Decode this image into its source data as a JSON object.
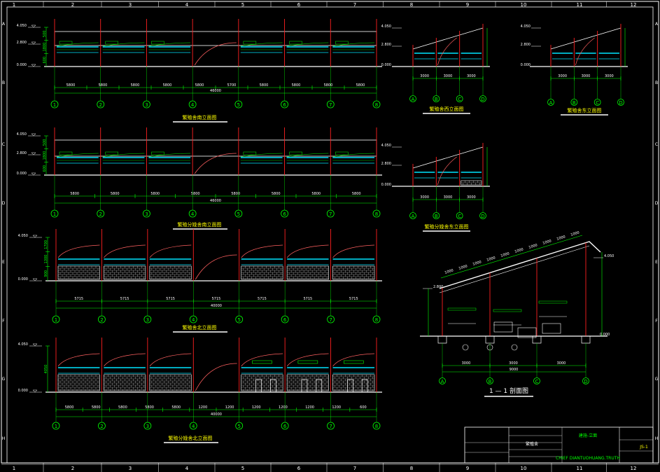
{
  "border": {
    "top_numbers": [
      "1",
      "2",
      "3",
      "4",
      "5",
      "6",
      "7",
      "8",
      "9",
      "10",
      "11",
      "12"
    ],
    "bottom_numbers": [
      "1",
      "2",
      "3",
      "4",
      "5",
      "6",
      "7",
      "8",
      "9",
      "10",
      "11",
      "12"
    ],
    "side_letters": [
      "A",
      "B",
      "C",
      "D",
      "E",
      "F",
      "G",
      "H"
    ]
  },
  "elevations": [
    {
      "title": "繁殖舍南立面图",
      "levels": [
        "4.050",
        "2.800",
        "0.000"
      ],
      "vdims": [
        "500",
        "1800",
        "600"
      ],
      "spans": [
        "5800",
        "5800",
        "5800",
        "5800",
        "5800",
        "5700",
        "5800",
        "5800",
        "5800",
        "5800"
      ],
      "total": "46000",
      "axes": [
        "1",
        "2",
        "3",
        "4",
        "5",
        "6",
        "7",
        "8"
      ]
    },
    {
      "title": "繁殖分娩舍南立面图",
      "levels": [
        "4.050",
        "2.800",
        "0.000"
      ],
      "vdims": [
        "500",
        "1800",
        "600"
      ],
      "spans": [
        "5800",
        "5800",
        "5800",
        "5800",
        "5800",
        "5800",
        "5800",
        "5800"
      ],
      "total": "46000",
      "axes": [
        "1",
        "2",
        "3",
        "4",
        "5",
        "6",
        "7",
        "8"
      ]
    },
    {
      "title": "繁殖舍北立面图",
      "levels": [
        "4.050",
        "0.000"
      ],
      "vdims": [
        "1700",
        "1300",
        "900"
      ],
      "spans": [
        "5715",
        "5715",
        "5715",
        "5715",
        "5715",
        "5715",
        "5715"
      ],
      "total": "40000",
      "axes": [
        "1",
        "2",
        "3",
        "4",
        "5",
        "6",
        "7",
        "8"
      ]
    },
    {
      "title": "繁殖分娩舍北立面图",
      "levels": [
        "4.050",
        "0.000"
      ],
      "vdims": [
        "4050"
      ],
      "spans": [
        "5800",
        "5800",
        "5800",
        "5800",
        "5800",
        "1200",
        "1200",
        "1200",
        "1200",
        "1200",
        "1200",
        "600"
      ],
      "total": "40000",
      "axes": [
        "1",
        "2",
        "3",
        "4",
        "5",
        "6",
        "7",
        "8"
      ]
    }
  ],
  "side_elevations": [
    {
      "title": "繁殖舍西立面图",
      "levels": [
        "4.050",
        "2.800",
        "0.000"
      ],
      "spans": [
        "3000",
        "3000",
        "3000"
      ],
      "axes": [
        "A",
        "B",
        "C",
        "D"
      ]
    },
    {
      "title": "繁殖舍东立面图",
      "levels": [
        "4.050",
        "2.800",
        "0.000"
      ],
      "spans": [
        "3000",
        "3000",
        "3000"
      ],
      "axes": [
        "A",
        "B",
        "C",
        "D"
      ]
    },
    {
      "title": "繁殖分娩舍东立面图",
      "levels": [
        "4.050",
        "2.800",
        "0.000"
      ],
      "spans": [
        "3000",
        "3000",
        "3000"
      ],
      "axes": [
        "A",
        "B",
        "C",
        "D"
      ]
    }
  ],
  "section": {
    "title": "1 — 1 剖面图",
    "roof_dims": [
      "1000",
      "1000",
      "1000",
      "1000",
      "1000",
      "1000",
      "1000",
      "1000",
      "1000",
      "1000"
    ],
    "levels": [
      "4.050",
      "2.800",
      "0.000"
    ],
    "spans": [
      "3000",
      "3000",
      "3000"
    ],
    "total": "9000",
    "axes": [
      "A",
      "B",
      "C",
      "D"
    ]
  },
  "title_block": {
    "drawing_no": "JS-1",
    "project": "繁殖舍",
    "name_label": "建施-立面",
    "stamp": "CHIEF DIANTUOHUANG.TRUTH"
  },
  "colors": {
    "background": "#000000",
    "line": "#ffffff",
    "dim": "#00ff00",
    "column": "#ff2020",
    "window": "#00e5ff",
    "roof": "#ff6060",
    "accent": "#ffff00"
  }
}
